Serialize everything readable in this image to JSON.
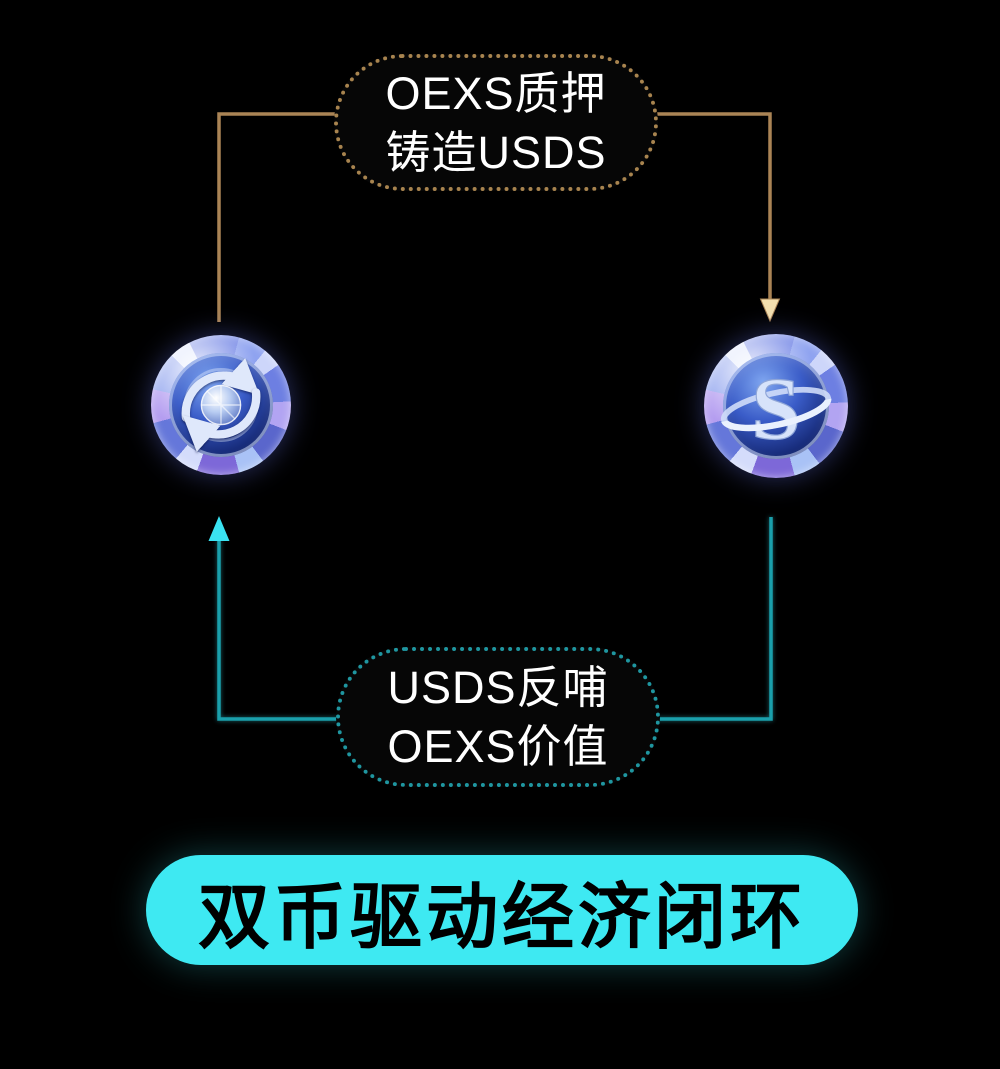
{
  "labels": {
    "top_pill_line1": "OEXS质押",
    "top_pill_line2": "铸造USDS",
    "bottom_pill_line1": "USDS反哺",
    "bottom_pill_line2": "OEXS价值",
    "banner": "双币驱动经济闭环",
    "right_coin_letter": "S"
  },
  "icons": {
    "left_coin": "oexs-cycle-coin-icon",
    "right_coin": "usds-s-coin-icon",
    "gold_arrowhead": "down-arrowhead-icon",
    "cyan_arrowhead": "up-arrowhead-icon"
  },
  "colors": {
    "background": "#000000",
    "gold_line": "#aa8455",
    "gold_arrow": "#f3dfae",
    "gold_dot_border": "#a8844f",
    "cyan_line": "#1aa0ac",
    "cyan_arrow": "#3ae3f2",
    "cyan_dot_border": "#1f96a0",
    "banner_fill": "#3ee9f2",
    "pill_text": "#ffffff",
    "banner_text": "#000000"
  }
}
